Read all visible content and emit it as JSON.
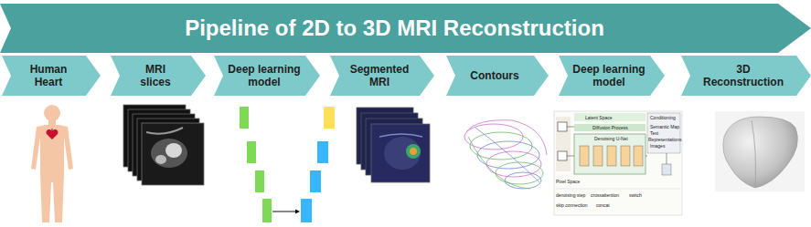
{
  "diagram": {
    "nodes": [
      {
        "text": [
          "Pipeline of 2D to 3D MRI Reconstruction"
        ]
      },
      {
        "text": [
          "Human Heart"
        ]
      },
      {
        "text": [
          "MRI slices"
        ]
      },
      {
        "text": [
          "Deep learning model"
        ]
      },
      {
        "text": [
          "Segmented MRI"
        ]
      },
      {
        "text": [
          "Contours"
        ]
      },
      {
        "text": [
          "Deep learning model"
        ]
      },
      {
        "text": [
          "3D Reconstruction"
        ]
      }
    ],
    "labels": [
      "Latent Space",
      "Diffusion Process",
      "Denoising U-Net",
      "Pixel Space",
      "Conditioning",
      "Semantic Map",
      "Text",
      "Representations",
      "Images",
      "denoising step",
      "crossattention",
      "switch",
      "skip connection",
      "concat"
    ]
  }
}
